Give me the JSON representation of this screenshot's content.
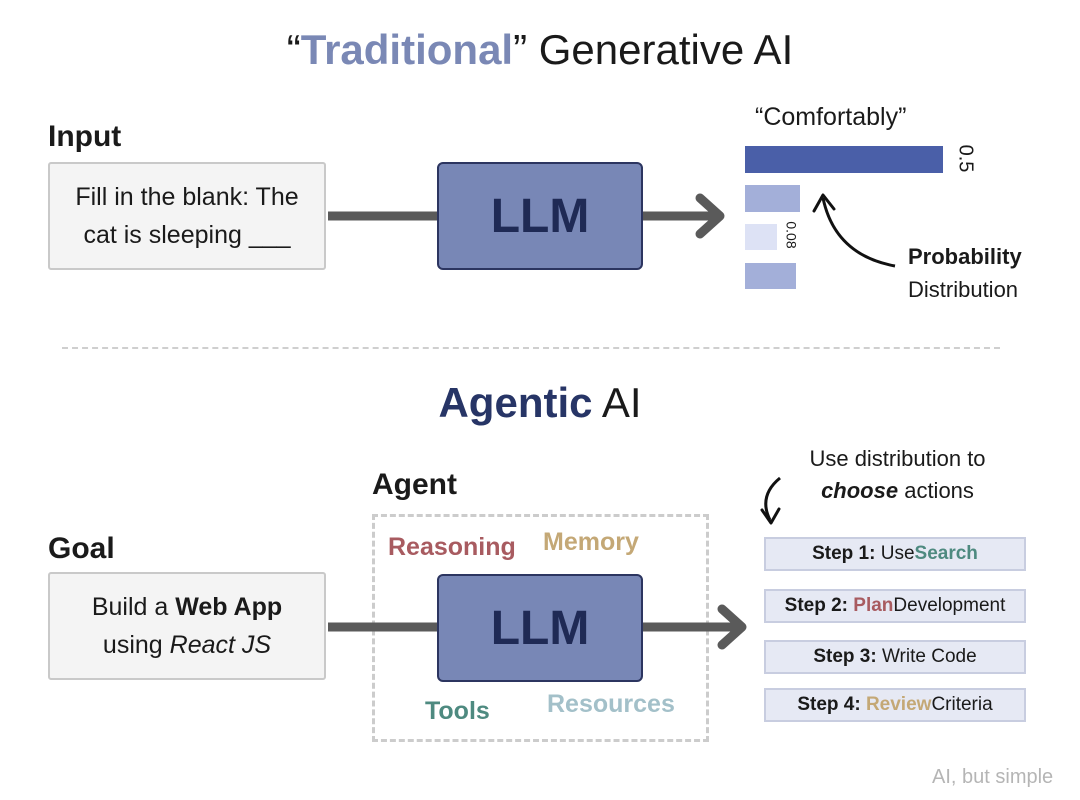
{
  "traditional": {
    "title_open_quote": "“",
    "title_highlight": "Traditional",
    "title_close_quote": "”",
    "title_rest": " Generative AI",
    "input_label": "Input",
    "input_text": "Fill in the blank: The cat is sleeping ___",
    "llm_label": "LLM",
    "output_word": "“Comfortably”",
    "distribution_bold": "Probability",
    "distribution_rest": "Distribution"
  },
  "chart_data": {
    "type": "bar",
    "orientation": "horizontal",
    "data_labels": [
      "0.5",
      "0.08"
    ],
    "values": [
      0.5,
      0.14,
      0.08,
      0.13
    ],
    "colors": [
      "#4a5fa8",
      "#a3afd9",
      "#dde2f5",
      "#a3afd9"
    ]
  },
  "agentic": {
    "title_highlight": "Agentic",
    "title_rest": " AI",
    "goal_label": "Goal",
    "goal_text_1": "Build a ",
    "goal_text_bold": "Web App",
    "goal_text_2": "using ",
    "goal_text_italic": "React JS",
    "agent_label": "Agent",
    "components": {
      "reasoning": "Reasoning",
      "memory": "Memory",
      "tools": "Tools",
      "resources": "Resources"
    },
    "llm_label": "LLM",
    "caption_line1": "Use distribution to",
    "caption_bold_italic": "choose",
    "caption_line2_rest": " actions",
    "steps": [
      {
        "prefix": "Step 1: ",
        "pre": "Use ",
        "keyword": "Search",
        "post": ""
      },
      {
        "prefix": "Step 2: ",
        "pre": "",
        "keyword": "Plan",
        "post": " Development"
      },
      {
        "prefix": "Step 3: ",
        "pre": "Write Code",
        "keyword": "",
        "post": ""
      },
      {
        "prefix": "Step 4: ",
        "pre": "",
        "keyword": "Review",
        "post": " Criteria"
      }
    ]
  },
  "watermark": "AI, but simple",
  "colors": {
    "traditional_accent": "#7a88b5",
    "agentic_accent": "#273566",
    "reasoning": "#a85b60",
    "memory": "#c4a876",
    "tools": "#4e8a80",
    "resources": "#a3c0c9",
    "search": "#4e8a80",
    "plan": "#a85b60",
    "review": "#c4a876"
  }
}
